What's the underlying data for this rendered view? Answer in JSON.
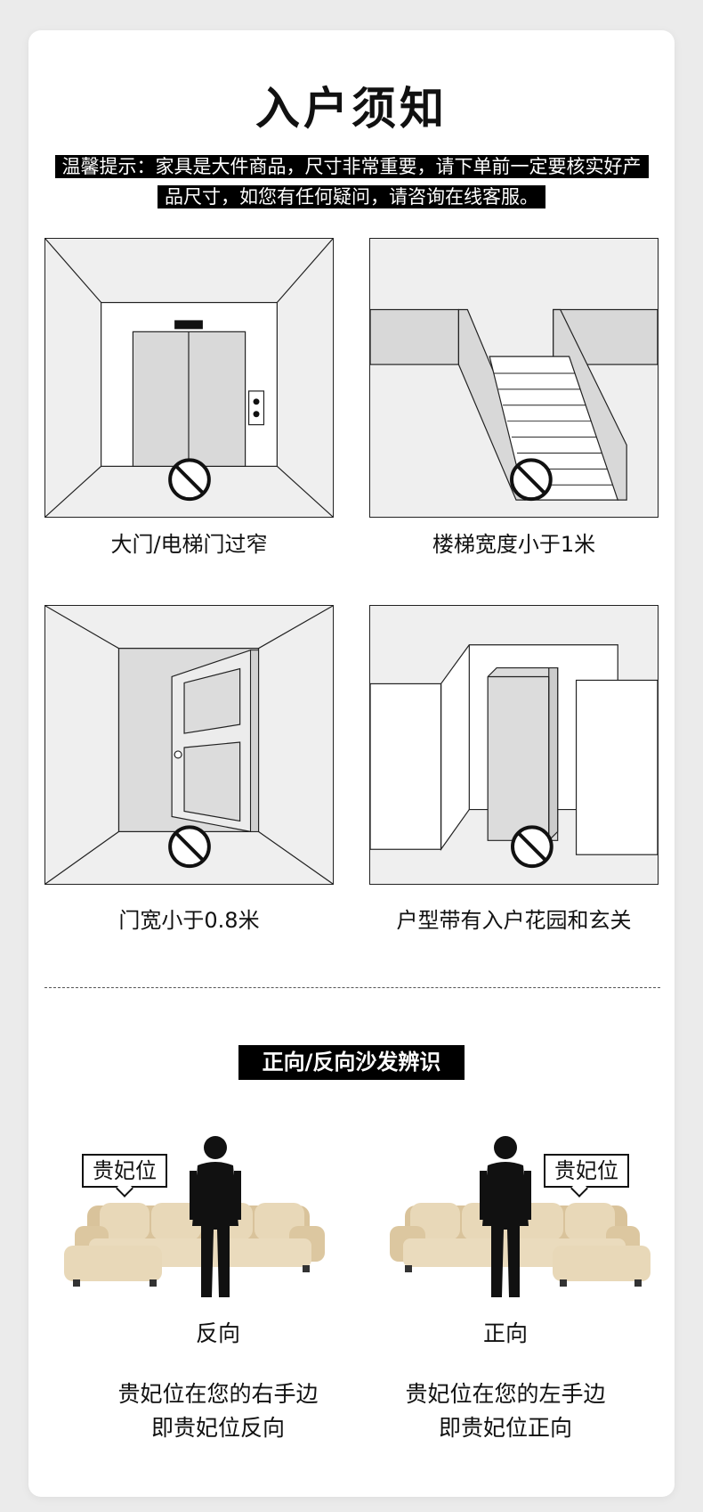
{
  "title": "入户须知",
  "notice": {
    "line1": "温馨提示：家具是大件商品，尺寸非常重要，请下单前一定要核实好产",
    "line2": "品尺寸，如您有任何疑问，请咨询在线客服。"
  },
  "panels": [
    {
      "caption": "大门/电梯门过窄"
    },
    {
      "caption": "楼梯宽度小于1米"
    },
    {
      "caption": "门宽小于0.8米"
    },
    {
      "caption": "户型带有入户花园和玄关"
    }
  ],
  "sofa_section": {
    "title": "正向/反向沙发辨识",
    "left": {
      "tag": "贵妃位",
      "direction": "反向",
      "desc_line1": "贵妃位在您的右手边",
      "desc_line2": "即贵妃位反向"
    },
    "right": {
      "tag": "贵妃位",
      "direction": "正向",
      "desc_line1": "贵妃位在您的左手边",
      "desc_line2": "即贵妃位正向"
    }
  },
  "colors": {
    "sofa": "#e8d8b8",
    "panel_fill": "#efefef",
    "panel_dark": "#d8d8d8"
  }
}
